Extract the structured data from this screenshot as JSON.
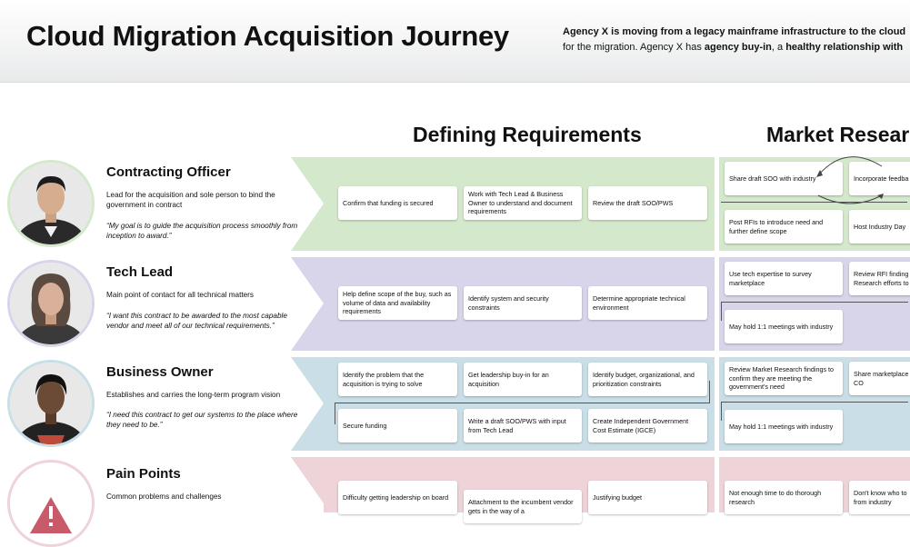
{
  "header": {
    "title": "Cloud Migration Acquisition Journey",
    "desc_line1_bold": "Agency X is moving from a legacy mainframe infrastructure to the cloud",
    "desc_line2_a": "for the migration. Agency X has ",
    "desc_line2_b": "agency buy-in",
    "desc_line2_c": ", a ",
    "desc_line2_d": "healthy relationship with"
  },
  "phases": {
    "defining": "Defining Requirements",
    "market": "Market Researc"
  },
  "colors": {
    "green": "#d4e8cb",
    "purple": "#d8d5ea",
    "blue": "#c9dee6",
    "pink": "#eed3d8"
  },
  "lanes": [
    {
      "title": "Contracting Officer",
      "desc": "Lead for the acquisition and sole person to bind the government in contract",
      "quote": "“My goal is to guide the acquisition process smoothly from inception to award.”",
      "cards": [
        "Confirm that funding is secured",
        "Work with Tech Lead & Business Owner to understand and document requirements",
        "Review the draft SOO/PWS",
        "Share draft SOO with industry",
        "Incorporate feedba",
        "Post RFIs to introduce need and further define scope",
        "Host Industry Day"
      ]
    },
    {
      "title": "Tech Lead",
      "desc": "Main point of contact for all technical matters",
      "quote": "“I want this contract to be awarded to the most capable vendor and meet all of our technical requirements.”",
      "cards": [
        "Help define scope of the buy, such as volume of data and availability requirements",
        "Identify system and security constraints",
        "Determine appropriate technical environment",
        "Use tech expertise to survey marketplace",
        "Review RFI finding Research efforts to",
        "May hold 1:1 meetings with industry"
      ]
    },
    {
      "title": "Business Owner",
      "desc": "Establishes and carries the long-term program vision",
      "quote": "“I need this contract to get our systems to the place where they need to be.”",
      "cards": [
        "Identify the problem that the acquisition is trying to solve",
        "Get leadership buy-in for an acquisition",
        "Identify budget, organizational, and prioritization constraints",
        "Secure funding",
        "Write a draft SOO/PWS with input from Tech Lead",
        "Create Independent Government Cost Estimate (IGCE)",
        "Review Market Research findings to confirm they are meeting the government's need",
        "Share marketplace CO",
        "May hold 1:1 meetings with industry"
      ]
    },
    {
      "title": "Pain Points",
      "desc": "Common problems and challenges",
      "cards": [
        "Difficulty getting leadership on board",
        "Attachment to the incumbent vendor gets in the way of a",
        "Justifying budget",
        "Not enough time to do thorough research",
        "Don't know who to from industry"
      ]
    }
  ]
}
